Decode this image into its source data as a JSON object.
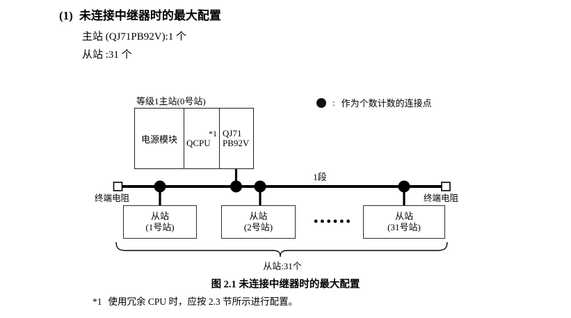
{
  "heading": {
    "number": "(1)",
    "title": "未连接中继器时的最大配置"
  },
  "intro": {
    "master_line": "主站 (QJ71PB92V):1 个",
    "slave_line": "从站 :31 个"
  },
  "diagram": {
    "master_label": "等级1主站(0号站)",
    "master_cells": {
      "power": "电源模块",
      "cpu": "QCPU",
      "cpu_note": "*1",
      "module_line1": "QJ71",
      "module_line2": "PB92V"
    },
    "legend": {
      "colon": ":",
      "text": "作为个数计数的连接点"
    },
    "segment_label": "1段",
    "terminator_left": "终端电阻",
    "terminator_right": "终端电阻",
    "slaves": [
      {
        "line1": "从站",
        "line2": "(1号站)"
      },
      {
        "line1": "从站",
        "line2": "(2号站)"
      },
      {
        "line1": "从站",
        "line2": "(31号站)"
      }
    ],
    "ellipsis": "••••••",
    "brace_label": "从站:31个"
  },
  "caption": "图 2.1 未连接中继器时的最大配置",
  "footnote": {
    "marker": "*1",
    "text": "使用冗余 CPU 时，应按 2.3 节所示进行配置。"
  },
  "colors": {
    "ink": "#000000",
    "background": "#ffffff"
  }
}
